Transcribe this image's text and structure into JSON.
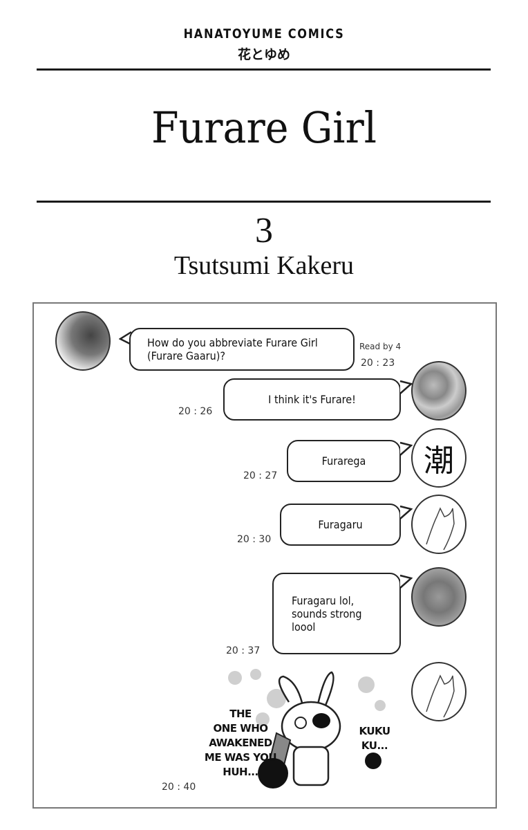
{
  "header": {
    "imprint": "HANATOYUME COMICS",
    "imprint_jp": "花とゆめ",
    "title": "Furare Girl",
    "volume": "3",
    "author": "Tsutsumi Kakeru"
  },
  "chat": {
    "messages": [
      {
        "text_line1": "How do you abbreviate Furare Girl",
        "text_line2": "(Furare Gaaru)?",
        "read_receipt": "Read by 4",
        "time": "20 : 23"
      },
      {
        "text": "I think it's Furare!",
        "time": "20 : 26"
      },
      {
        "text": "Furarega",
        "time": "20 : 27",
        "avatar_kanji": "潮"
      },
      {
        "text": "Furagaru",
        "time": "20 : 30"
      },
      {
        "text_line1": "Furagaru lol,",
        "text_line2": "sounds strong",
        "text_line3": "loool",
        "time": "20 : 37"
      },
      {
        "shout_left": [
          "THE",
          "ONE WHO",
          "AWAKENED",
          "ME WAS YOU",
          "HUH..."
        ],
        "shout_right": [
          "KUKU",
          "KU..."
        ],
        "time": "20 : 40"
      }
    ]
  }
}
